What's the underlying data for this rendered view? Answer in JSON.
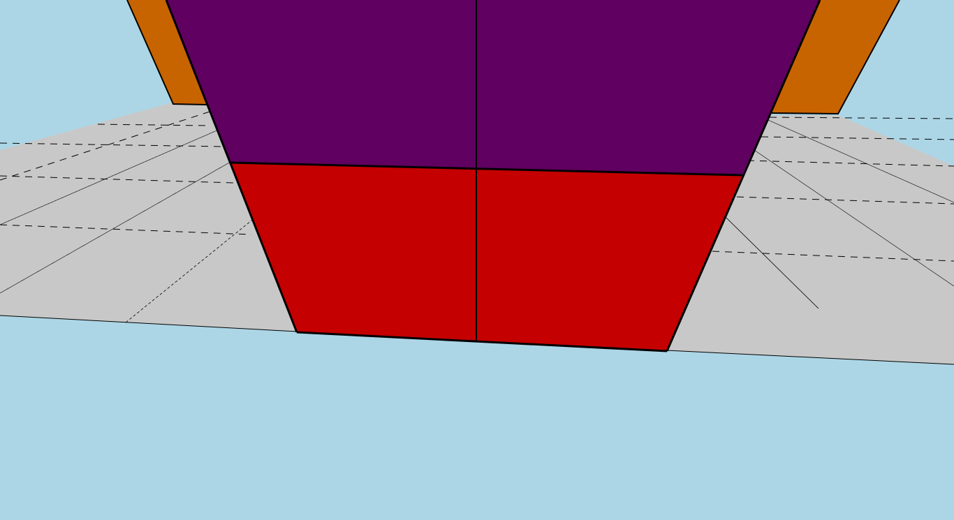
{
  "scene": {
    "colors": {
      "sky": "#acd6e6",
      "floor": "#c8c8c8",
      "grid_line": "#000000",
      "cube_top": "#600060",
      "cube_bottom": "#c40000",
      "side_block": "#c86400",
      "edge": "#000000"
    },
    "objects": [
      "floor-grid",
      "cube-top-half",
      "cube-bottom-half",
      "left-back-block",
      "right-back-block"
    ]
  }
}
